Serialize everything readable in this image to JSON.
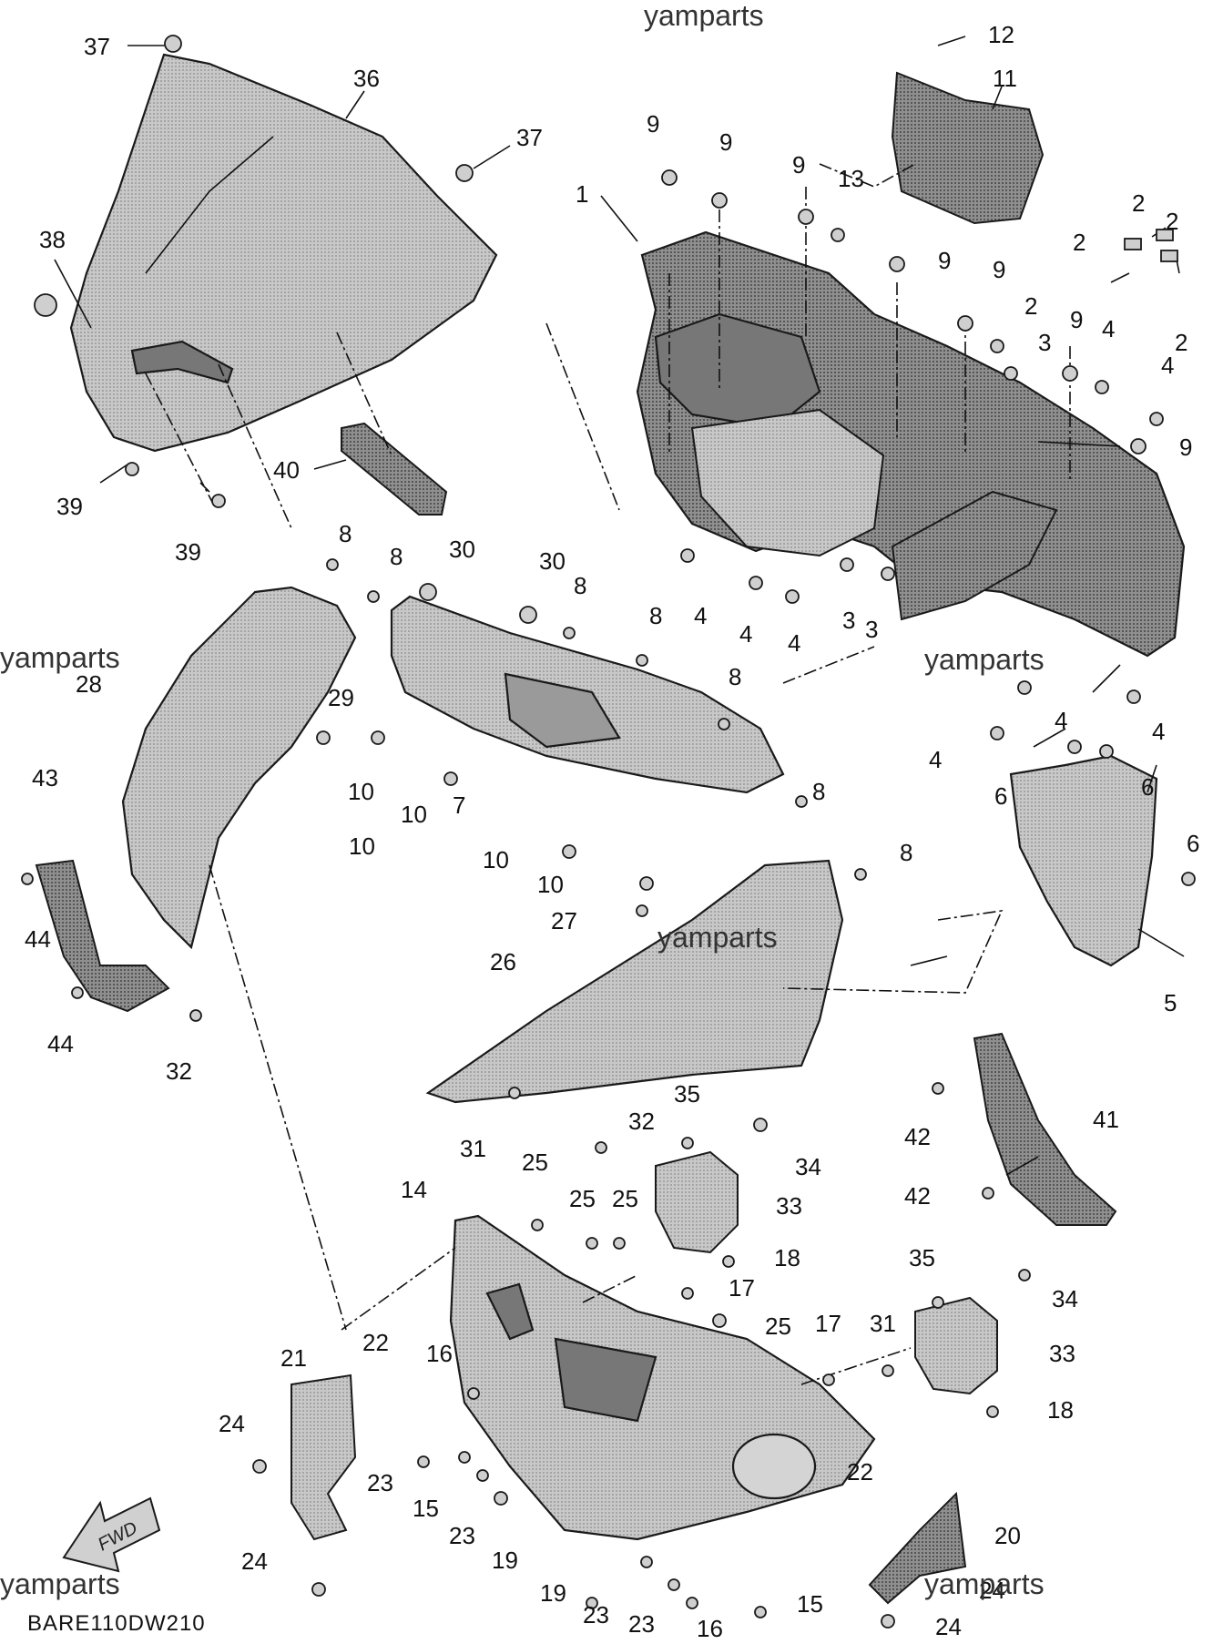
{
  "watermarks": [
    "yamparts",
    "yamparts",
    "yamparts",
    "yamparts",
    "yamparts",
    "yamparts"
  ],
  "diagram_code": "BARE110DW210",
  "fwd_label": "FWD",
  "callouts": [
    {
      "id": "c37a",
      "text": "37"
    },
    {
      "id": "c36",
      "text": "36"
    },
    {
      "id": "c37b",
      "text": "37"
    },
    {
      "id": "c38",
      "text": "38"
    },
    {
      "id": "c39a",
      "text": "39"
    },
    {
      "id": "c39b",
      "text": "39"
    },
    {
      "id": "c40",
      "text": "40"
    },
    {
      "id": "c12",
      "text": "12"
    },
    {
      "id": "c11",
      "text": "11"
    },
    {
      "id": "c9a",
      "text": "9"
    },
    {
      "id": "c9b",
      "text": "9"
    },
    {
      "id": "c9c",
      "text": "9"
    },
    {
      "id": "c13",
      "text": "13"
    },
    {
      "id": "c1",
      "text": "1"
    },
    {
      "id": "c9d",
      "text": "9"
    },
    {
      "id": "c9e",
      "text": "9"
    },
    {
      "id": "c9f",
      "text": "9"
    },
    {
      "id": "c9g",
      "text": "9"
    },
    {
      "id": "c2a",
      "text": "2"
    },
    {
      "id": "c2b",
      "text": "2"
    },
    {
      "id": "c2c",
      "text": "2"
    },
    {
      "id": "c2d",
      "text": "2"
    },
    {
      "id": "c2e",
      "text": "2"
    },
    {
      "id": "c3a",
      "text": "3"
    },
    {
      "id": "c4a",
      "text": "4"
    },
    {
      "id": "c4b",
      "text": "4"
    },
    {
      "id": "c4c",
      "text": "4"
    },
    {
      "id": "c4d",
      "text": "4"
    },
    {
      "id": "c4e",
      "text": "4"
    },
    {
      "id": "c3b",
      "text": "3"
    },
    {
      "id": "c3c",
      "text": "3"
    },
    {
      "id": "c4f",
      "text": "4"
    },
    {
      "id": "c4g",
      "text": "4"
    },
    {
      "id": "c4h",
      "text": "4"
    },
    {
      "id": "c6a",
      "text": "6"
    },
    {
      "id": "c6b",
      "text": "6"
    },
    {
      "id": "c6c",
      "text": "6"
    },
    {
      "id": "c5",
      "text": "5"
    },
    {
      "id": "c8a",
      "text": "8"
    },
    {
      "id": "c8b",
      "text": "8"
    },
    {
      "id": "c30a",
      "text": "30"
    },
    {
      "id": "c30b",
      "text": "30"
    },
    {
      "id": "c8c",
      "text": "8"
    },
    {
      "id": "c8d",
      "text": "8"
    },
    {
      "id": "c8e",
      "text": "8"
    },
    {
      "id": "c28",
      "text": "28"
    },
    {
      "id": "c29",
      "text": "29"
    },
    {
      "id": "c10a",
      "text": "10"
    },
    {
      "id": "c10b",
      "text": "10"
    },
    {
      "id": "c10c",
      "text": "10"
    },
    {
      "id": "c7",
      "text": "7"
    },
    {
      "id": "c10d",
      "text": "10"
    },
    {
      "id": "c10e",
      "text": "10"
    },
    {
      "id": "c8f",
      "text": "8"
    },
    {
      "id": "c8g",
      "text": "8"
    },
    {
      "id": "c27",
      "text": "27"
    },
    {
      "id": "c43",
      "text": "43"
    },
    {
      "id": "c44a",
      "text": "44"
    },
    {
      "id": "c44b",
      "text": "44"
    },
    {
      "id": "c32a",
      "text": "32"
    },
    {
      "id": "c26",
      "text": "26"
    },
    {
      "id": "c32b",
      "text": "32"
    },
    {
      "id": "c35a",
      "text": "35"
    },
    {
      "id": "c34a",
      "text": "34"
    },
    {
      "id": "c33a",
      "text": "33"
    },
    {
      "id": "c41",
      "text": "41"
    },
    {
      "id": "c42a",
      "text": "42"
    },
    {
      "id": "c42b",
      "text": "42"
    },
    {
      "id": "c31a",
      "text": "31"
    },
    {
      "id": "c25a",
      "text": "25"
    },
    {
      "id": "c14",
      "text": "14"
    },
    {
      "id": "c25b",
      "text": "25"
    },
    {
      "id": "c25c",
      "text": "25"
    },
    {
      "id": "c18a",
      "text": "18"
    },
    {
      "id": "c17a",
      "text": "17"
    },
    {
      "id": "c25d",
      "text": "25"
    },
    {
      "id": "c35b",
      "text": "35"
    },
    {
      "id": "c34b",
      "text": "34"
    },
    {
      "id": "c17b",
      "text": "17"
    },
    {
      "id": "c31b",
      "text": "31"
    },
    {
      "id": "c33b",
      "text": "33"
    },
    {
      "id": "c18b",
      "text": "18"
    },
    {
      "id": "c21",
      "text": "21"
    },
    {
      "id": "c22a",
      "text": "22"
    },
    {
      "id": "c16a",
      "text": "16"
    },
    {
      "id": "c24a",
      "text": "24"
    },
    {
      "id": "c23a",
      "text": "23"
    },
    {
      "id": "c15a",
      "text": "15"
    },
    {
      "id": "c23b",
      "text": "23"
    },
    {
      "id": "c19a",
      "text": "19"
    },
    {
      "id": "c22b",
      "text": "22"
    },
    {
      "id": "c20",
      "text": "20"
    },
    {
      "id": "c24b",
      "text": "24"
    },
    {
      "id": "c19b",
      "text": "19"
    },
    {
      "id": "c23c",
      "text": "23"
    },
    {
      "id": "c23d",
      "text": "23"
    },
    {
      "id": "c16b",
      "text": "16"
    },
    {
      "id": "c15b",
      "text": "15"
    },
    {
      "id": "c24c",
      "text": "24"
    },
    {
      "id": "c24d",
      "text": "24"
    }
  ]
}
